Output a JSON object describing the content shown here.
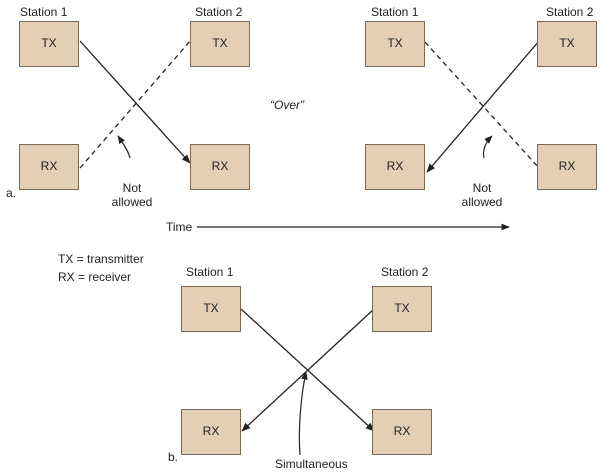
{
  "station_1": "Station 1",
  "station_2": "Station 2",
  "tx": "TX",
  "rx": "RX",
  "over": "“Over”",
  "not_allowed_line1": "Not",
  "not_allowed_line2": "allowed",
  "time": "Time",
  "label_a": "a.",
  "label_b": "b.",
  "legend_tx": "TX = transmitter",
  "legend_rx": "RX = receiver",
  "simultaneous": "Simultaneous",
  "colors": {
    "box_fill": "#e2cfb4",
    "box_border": "#7a6a55",
    "line": "#222222"
  }
}
